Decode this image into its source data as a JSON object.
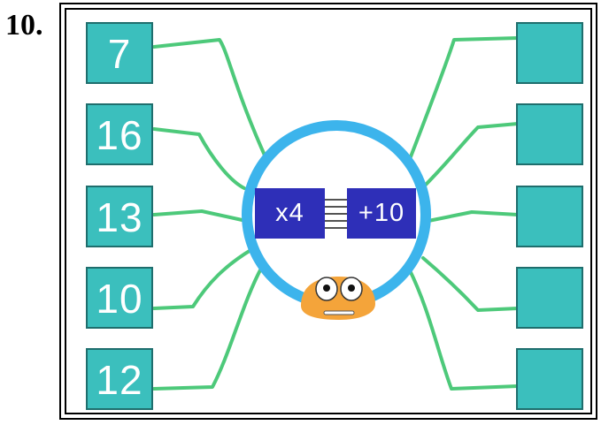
{
  "question": {
    "number_label": "10."
  },
  "machine": {
    "operation_1": "x4",
    "operation_2": "+10"
  },
  "inputs": [
    "7",
    "16",
    "13",
    "10",
    "12"
  ],
  "outputs": [
    "",
    "",
    "",
    "",
    ""
  ],
  "colors": {
    "box_fill": "#3bbfbd",
    "box_border": "#1f6e6d",
    "wire": "#4dc97a",
    "ring": "#3cb4ec",
    "operation_fill": "#2e2fb8",
    "creature": "#f4a43a"
  }
}
